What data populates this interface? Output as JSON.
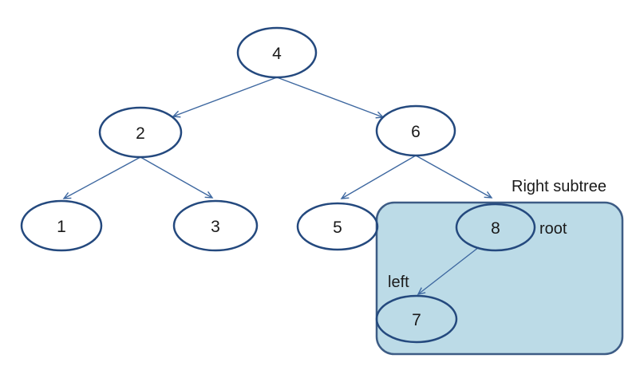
{
  "nodes": [
    {
      "value": "4"
    },
    {
      "value": "2"
    },
    {
      "value": "6"
    },
    {
      "value": "1"
    },
    {
      "value": "3"
    },
    {
      "value": "5"
    },
    {
      "value": "8"
    },
    {
      "value": "7"
    }
  ],
  "edges": [
    {
      "from": "4",
      "to": "2"
    },
    {
      "from": "4",
      "to": "6"
    },
    {
      "from": "2",
      "to": "1"
    },
    {
      "from": "2",
      "to": "3"
    },
    {
      "from": "6",
      "to": "5"
    },
    {
      "from": "6",
      "to": "8"
    },
    {
      "from": "8",
      "to": "7"
    }
  ],
  "labels": {
    "right_subtree": "Right subtree",
    "root": "root",
    "left": "left"
  },
  "colors": {
    "background": "#FFFFFF",
    "node_stroke": "#24497E",
    "connector": "#3E68A0",
    "highlight_fill": "#BCDBE7",
    "highlight_stroke": "#3D5C85",
    "text": "#1A1A1A"
  }
}
